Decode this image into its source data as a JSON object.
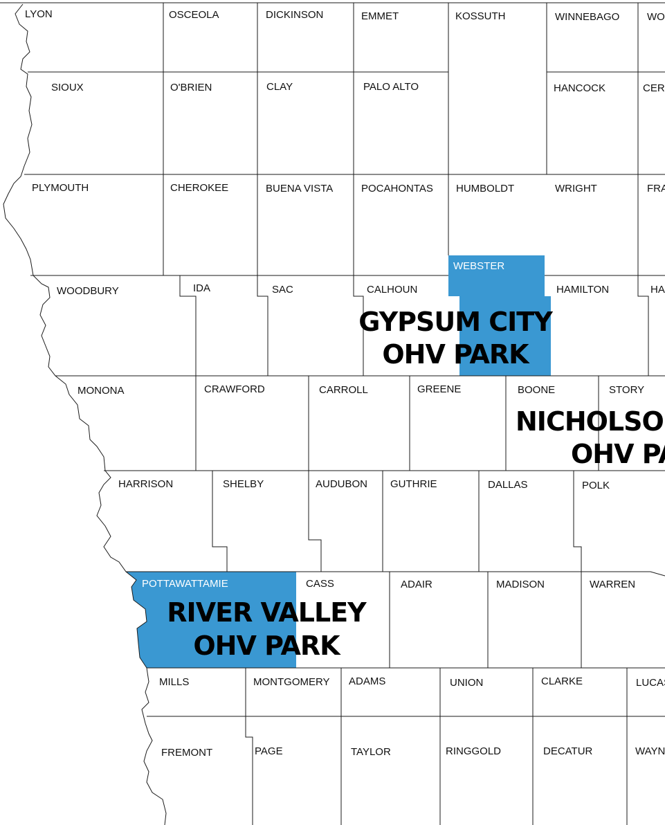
{
  "colors": {
    "highlight": "#3a98d2",
    "border": "#1a1a1a",
    "label": "#111111",
    "highlight_label": "#ffffff",
    "park_label": "#000000"
  },
  "counties": {
    "lyon": "LYON",
    "osceola": "OSCEOLA",
    "dickinson": "DICKINSON",
    "emmet": "EMMET",
    "kossuth": "KOSSUTH",
    "winnebago": "WINNEBAGO",
    "worth": "WO",
    "sioux": "SIOUX",
    "obrien": "O'BRIEN",
    "clay": "CLAY",
    "palo_alto": "PALO ALTO",
    "hancock": "HANCOCK",
    "cerro_gordo": "CERR",
    "plymouth": "PLYMOUTH",
    "cherokee": "CHEROKEE",
    "buena_vista": "BUENA VISTA",
    "pocahontas": "POCAHONTAS",
    "humboldt": "HUMBOLDT",
    "wright": "WRIGHT",
    "franklin": "FRA",
    "webster": "WEBSTER",
    "woodbury": "WOODBURY",
    "ida": "IDA",
    "sac": "SAC",
    "calhoun": "CALHOUN",
    "hamilton": "HAMILTON",
    "hardin": "HA",
    "monona": "MONONA",
    "crawford": "CRAWFORD",
    "carroll": "CARROLL",
    "greene": "GREENE",
    "boone": "BOONE",
    "story": "STORY",
    "harrison": "HARRISON",
    "shelby": "SHELBY",
    "audubon": "AUDUBON",
    "guthrie": "GUTHRIE",
    "dallas": "DALLAS",
    "polk": "POLK",
    "pottawattamie": "POTTAWATTAMIE",
    "cass": "CASS",
    "adair": "ADAIR",
    "madison": "MADISON",
    "warren": "WARREN",
    "mills": "MILLS",
    "montgomery": "MONTGOMERY",
    "adams": "ADAMS",
    "union": "UNION",
    "clarke": "CLARKE",
    "lucas": "LUCAS",
    "fremont": "FREMONT",
    "page": "PAGE",
    "taylor": "TAYLOR",
    "ringgold": "RINGGOLD",
    "decatur": "DECATUR",
    "wayne": "WAYN"
  },
  "parks": {
    "gypsum_line1": "GYPSUM CITY",
    "gypsum_line2": "OHV PARK",
    "nicholson_line1": "NICHOLSON",
    "nicholson_line2": "OHV PARK",
    "river_line1": "RIVER VALLEY",
    "river_line2": "OHV PARK"
  }
}
